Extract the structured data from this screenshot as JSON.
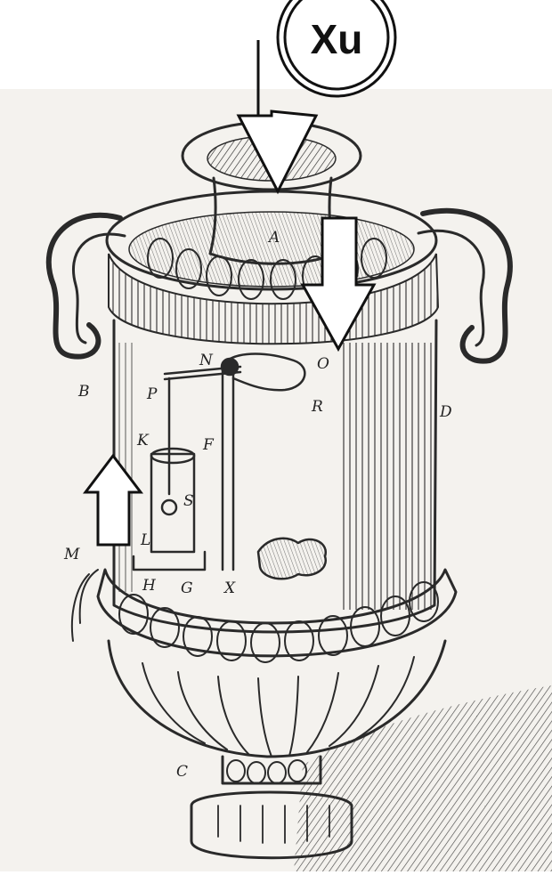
{
  "badge": {
    "text": "Xu"
  },
  "labels": {
    "A": "A",
    "B": "B",
    "C": "C",
    "D": "D",
    "F": "F",
    "G": "G",
    "H": "H",
    "K": "K",
    "L": "L",
    "M": "M",
    "N": "N",
    "O": "O",
    "P": "P",
    "R": "R",
    "X": "X",
    "S": "S"
  },
  "colors": {
    "ink": "#2a2a2a",
    "paper": "#f4f2ee",
    "arrow_fill": "#ffffff"
  }
}
